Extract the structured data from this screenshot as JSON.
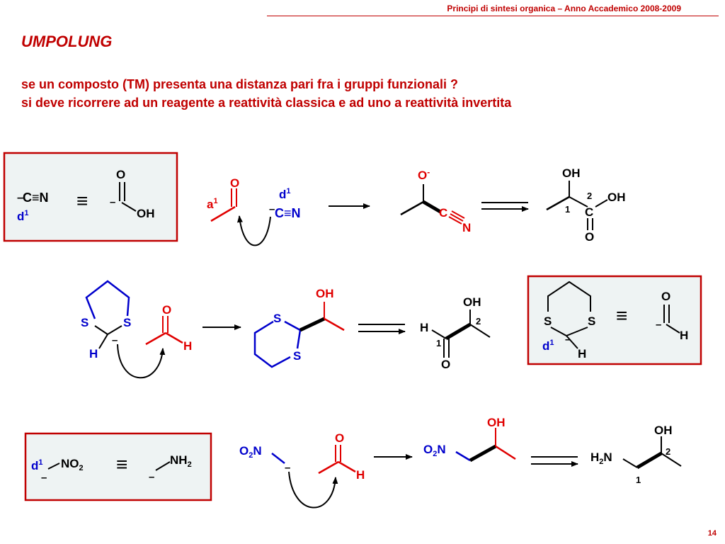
{
  "header": {
    "course": "Principi di sintesi organica – Anno Accademico 2008-2009"
  },
  "title": "UMPOLUNG",
  "subtitle": {
    "line1": "se un composto (TM) presenta una distanza pari fra i gruppi funzionali ?",
    "line2": "si deve ricorrere ad un reagente a reattività classica e ad uno a reattività invertita"
  },
  "page_number": "14",
  "colors": {
    "red": "#e00000",
    "blue": "#0000cc",
    "box_border": "#c00000",
    "box_fill": "#eef3f3",
    "header": "#c00000"
  },
  "symbols": {
    "equivalent": "≡",
    "charge": "–",
    "oxygen_minus": "O",
    "minus_sup": "-"
  },
  "atoms": {
    "O": "O",
    "N": "N",
    "C": "C",
    "S": "S",
    "H": "H",
    "OH": "OH",
    "C_triple_N": "C≡N",
    "NO": "NO",
    "NH": "NH",
    "O2N": "O",
    "H2N": "H",
    "two": "2",
    "one": "1"
  },
  "labels": {
    "d": "d",
    "a": "a",
    "sup1": "1",
    "pos1": "1",
    "pos2": "2"
  },
  "icons": {
    "arrow": "reaction-arrow-icon",
    "double_arrow": "multistep-arrow-icon",
    "curved_arrow": "curved-arrow-icon"
  }
}
